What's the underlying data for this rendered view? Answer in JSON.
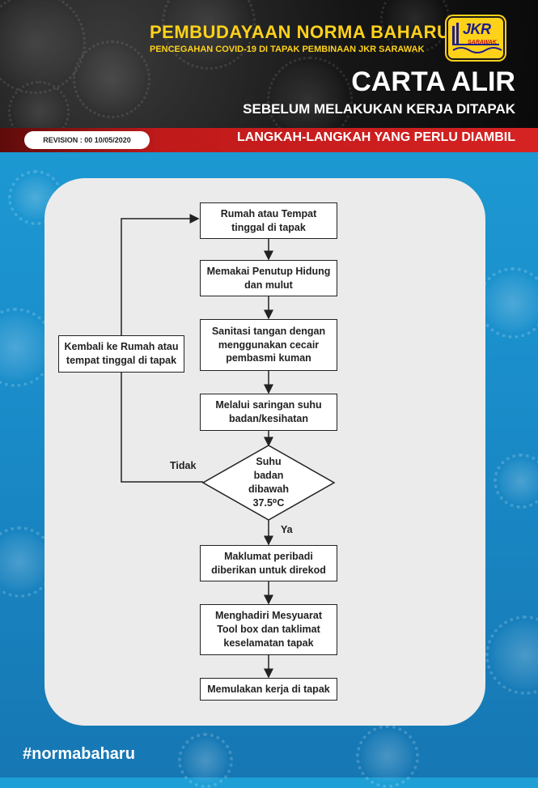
{
  "header": {
    "title": "PEMBUDAYAAN NORMA BAHARU",
    "subtitle": "PENCEGAHAN COVID-19 DI TAPAK PEMBINAAN JKR SARAWAK",
    "logo_text": "JKR",
    "logo_sub": "SARAWAK",
    "heading": "CARTA ALIR",
    "subheading": "SEBELUM MELAKUKAN KERJA DITAPAK"
  },
  "band": {
    "revision": "REVISION : 00  10/05/2020",
    "title": "LANGKAH-LANGKAH YANG PERLU DIAMBIL"
  },
  "flowchart": {
    "steps": [
      "Rumah atau Tempat\ntinggal di tapak",
      "Memakai Penutup Hidung\ndan mulut",
      "Sanitasi tangan dengan\nmenggunakan cecair\npembasmi kuman",
      "Melalui saringan suhu\nbadan/kesihatan"
    ],
    "decision": "Suhu\nbadan\ndibawah\n37.5⁰C",
    "no_label": "Tidak",
    "yes_label": "Ya",
    "return_step": "Kembali ke Rumah atau\ntempat tinggal di tapak",
    "after_steps": [
      "Maklumat peribadi\ndiberikan untuk direkod",
      "Menghadiri Mesyuarat\nTool box dan taklimat\nkeselamatan tapak",
      "Memulakan kerja di tapak"
    ]
  },
  "footer": {
    "hashtag": "#normabaharu"
  },
  "colors": {
    "header_bg": "#111111",
    "header_text": "#ffd21a",
    "band_red": "#d62222",
    "background_blue": "#1a8fcc",
    "card": "#ebebeb"
  }
}
